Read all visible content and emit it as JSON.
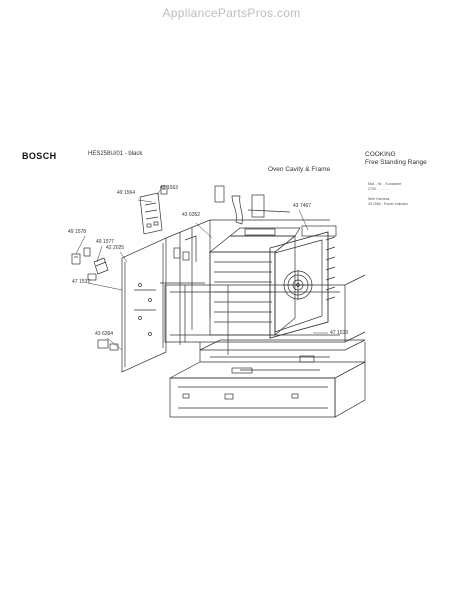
{
  "watermark": "AppliancePartsPros.com",
  "header": {
    "brand": "BOSCH",
    "model": "HES258U/01 - black",
    "section_title": "Oven Cavity & Frame",
    "category_line1": "COOKING",
    "category_line2": "Free Standing Range"
  },
  "notes": {
    "line1": "Mat. - Nr. - Konstante",
    "line2": "2740 . . . . . . .",
    "line3": "Wire Harness:",
    "line4": "49 1565 - Power Indicator"
  },
  "parts": [
    {
      "id": "p1",
      "label": "49 1563"
    },
    {
      "id": "p2",
      "label": "49 1564"
    },
    {
      "id": "p3",
      "label": "43 6352"
    },
    {
      "id": "p4",
      "label": "43 7467"
    },
    {
      "id": "p5",
      "label": "49 1578"
    },
    {
      "id": "p6",
      "label": "49 1577"
    },
    {
      "id": "p7",
      "label": "42 2025"
    },
    {
      "id": "p8",
      "label": "47 1532"
    },
    {
      "id": "p9",
      "label": "47 1533"
    },
    {
      "id": "p10",
      "label": "43 6364"
    }
  ]
}
